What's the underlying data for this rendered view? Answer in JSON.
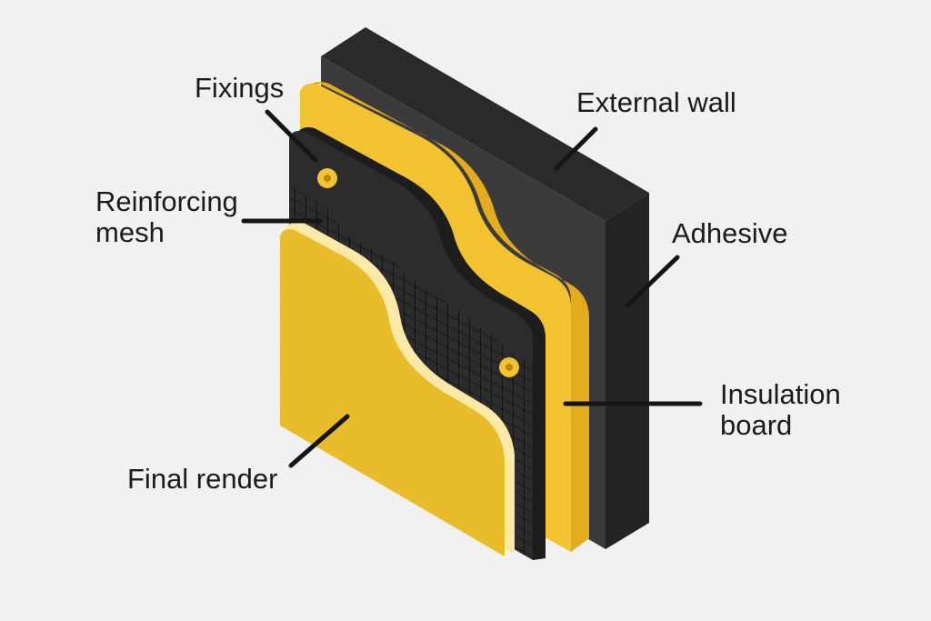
{
  "labels": {
    "fixings": "Fixings",
    "reinforcing_mesh_line1": "Reinforcing",
    "reinforcing_mesh_line2": "mesh",
    "external_wall": "External wall",
    "adhesive": "Adhesive",
    "insulation_board_line1": "Insulation",
    "insulation_board_line2": "board",
    "final_render": "Final render"
  },
  "colors": {
    "background": "#f1f1f1",
    "wall_front": "#3a3a3a",
    "wall_top": "#2a2a2a",
    "wall_side": "#252525",
    "insulation_yellow": "#f2c230",
    "insulation_edge": "#e0a91c",
    "mesh_board": "#2c2c2c",
    "mesh_grid": "#0c0c0c",
    "render_yellow": "#f0c030",
    "render_cream_edge": "#fbe9a8",
    "fixing_yellow": "#f2c230",
    "leader_line": "#151515"
  }
}
